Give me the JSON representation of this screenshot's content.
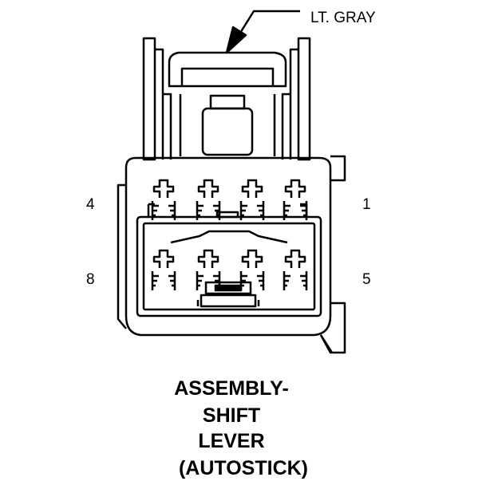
{
  "callout": {
    "color_label": "LT. GRAY"
  },
  "pins": {
    "top_left": "4",
    "top_right": "1",
    "bottom_left": "8",
    "bottom_right": "5"
  },
  "title": {
    "line1": "ASSEMBLY-",
    "line2": "SHIFT",
    "line3": "LEVER",
    "line4": "(AUTOSTICK)"
  }
}
